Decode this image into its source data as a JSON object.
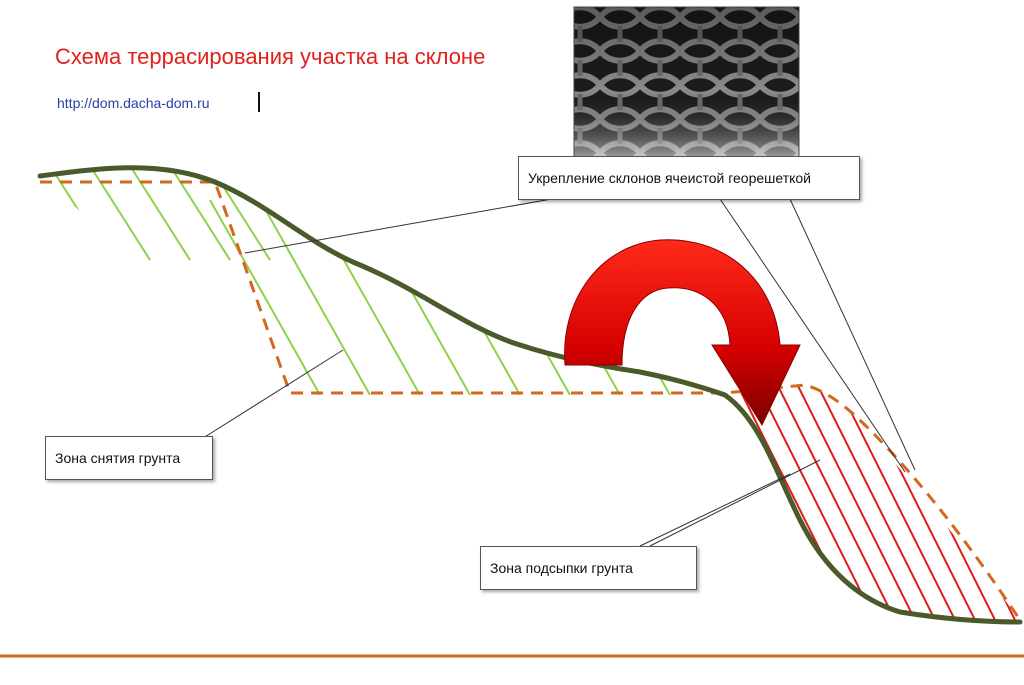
{
  "title": "Схема террасирования участка на склоне",
  "url": "http://dom.dacha-dom.ru",
  "labels": {
    "geogrid": "Укрепление склонов ячеистой георешеткой",
    "cut_zone": "Зона снятия грунта",
    "fill_zone": "Зона подсыпки грунта"
  },
  "icons": {
    "photo": "geogrid-photo",
    "arrow": "curved-arrow-icon"
  },
  "colors": {
    "title": "#e0211d",
    "url": "#2b3fa6",
    "terrain": "#4a5a2a",
    "terrace_outline": "#d2691e",
    "cut_hatch": "#8fd24a",
    "fill_hatch": "#e01b1b",
    "arrow": "#c40000",
    "baseline": "#d2691e"
  }
}
